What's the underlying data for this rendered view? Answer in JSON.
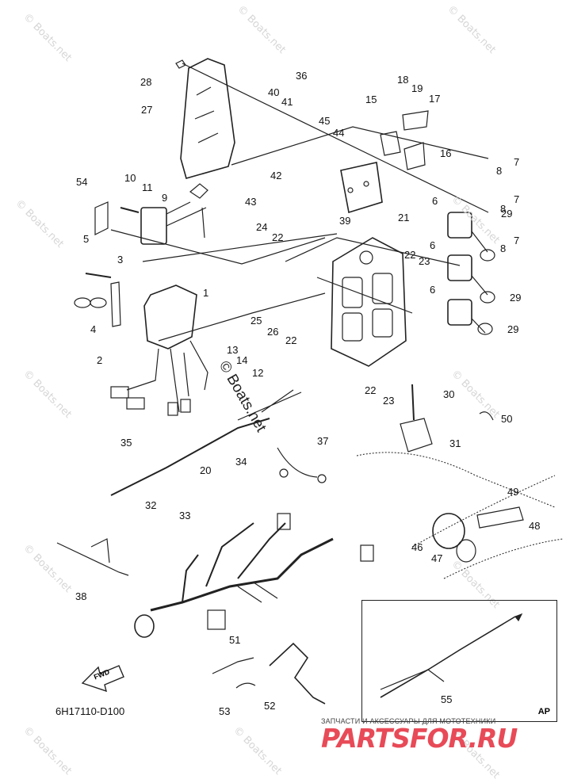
{
  "watermark": "© Boats.net",
  "center_watermark": "© Boats.net",
  "diagram_code": "6H17110-D100",
  "inset_label": "AP",
  "fwd_label": "FWD",
  "brand": {
    "tagline": "ЗАПЧАСТИ И АКСЕССУАРЫ ДЛЯ МОТОТЕХНИКИ",
    "name": "PARTSFOR.RU"
  },
  "callouts": [
    "1",
    "2",
    "3",
    "4",
    "5",
    "6",
    "6",
    "6",
    "7",
    "7",
    "7",
    "8",
    "8",
    "8",
    "9",
    "10",
    "11",
    "12",
    "13",
    "14",
    "15",
    "16",
    "17",
    "18",
    "19",
    "20",
    "21",
    "22",
    "22",
    "22",
    "22",
    "23",
    "23",
    "24",
    "25",
    "26",
    "27",
    "28",
    "29",
    "29",
    "29",
    "30",
    "31",
    "32",
    "33",
    "34",
    "35",
    "36",
    "37",
    "38",
    "39",
    "40",
    "41",
    "42",
    "43",
    "44",
    "45",
    "46",
    "47",
    "48",
    "49",
    "50",
    "51",
    "52",
    "53",
    "54",
    "55"
  ]
}
